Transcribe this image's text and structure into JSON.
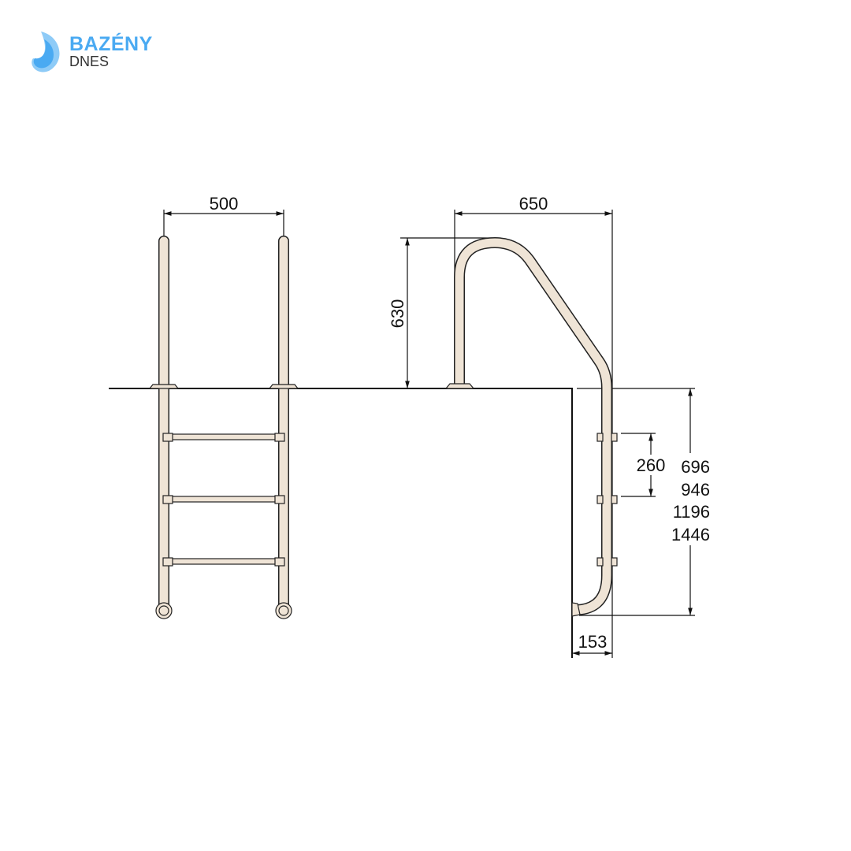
{
  "logo": {
    "line1": "BAZÉNY",
    "line2": "DNES",
    "color": "#4aaaf2"
  },
  "diagram": {
    "tube_color": "#efe4d6",
    "outline_color": "#222222",
    "dimensions": {
      "ladder_width": "500",
      "handrail_reach": "650",
      "handrail_height": "630",
      "step_spacing": "260",
      "depth_1": "696",
      "depth_2": "946",
      "depth_3": "1196",
      "depth_4": "1446",
      "wall_offset": "153"
    }
  }
}
